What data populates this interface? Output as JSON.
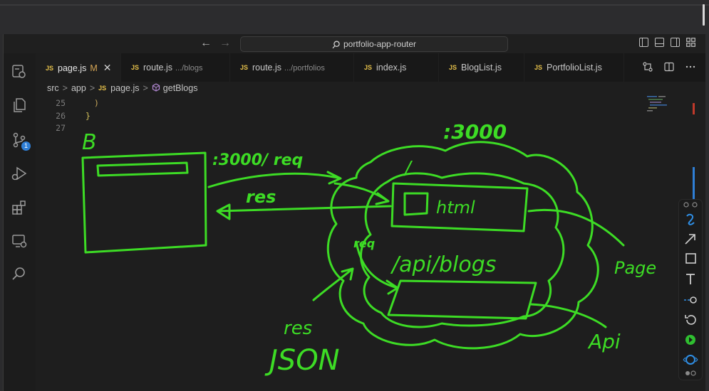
{
  "window": {
    "search_text": "portfolio-app-router",
    "back_icon": "arrow-left-icon",
    "forward_icon": "arrow-right-icon"
  },
  "tabs": [
    {
      "name": "page.js",
      "desc": "",
      "modified": "M",
      "active": true
    },
    {
      "name": "route.js",
      "desc": ".../blogs",
      "modified": "",
      "active": false
    },
    {
      "name": "route.js",
      "desc": ".../portfolios",
      "modified": "",
      "active": false
    },
    {
      "name": "index.js",
      "desc": "",
      "modified": "",
      "active": false
    },
    {
      "name": "BlogList.js",
      "desc": "",
      "modified": "",
      "active": false
    },
    {
      "name": "PortfolioList.js",
      "desc": "",
      "modified": "",
      "active": false
    }
  ],
  "js_badge": "JS",
  "close_glyph": "✕",
  "breadcrumb": {
    "parts": [
      "src",
      "app",
      "page.js",
      "getBlogs"
    ],
    "separator": ">"
  },
  "editor": {
    "line_numbers": [
      "25",
      "26",
      "27"
    ],
    "code_lines": [
      ")",
      "}",
      ""
    ]
  },
  "activity_bar": {
    "source_control_badge": "1"
  },
  "drawing": {
    "stroke_color": "#3ddc25",
    "labels": {
      "browser": "B",
      "port_top": ":3000",
      "request": ":3000/ req",
      "response": "res",
      "root_path": "/",
      "html": "html",
      "api_route": "/api/blogs",
      "req_side": "req",
      "res": "res",
      "json": "JSON",
      "page": "Page",
      "api": "Api"
    }
  },
  "colors": {
    "accent_blue": "#2f7fd6",
    "js_yellow": "#e5c04a",
    "pen_green": "#3ddc25"
  }
}
